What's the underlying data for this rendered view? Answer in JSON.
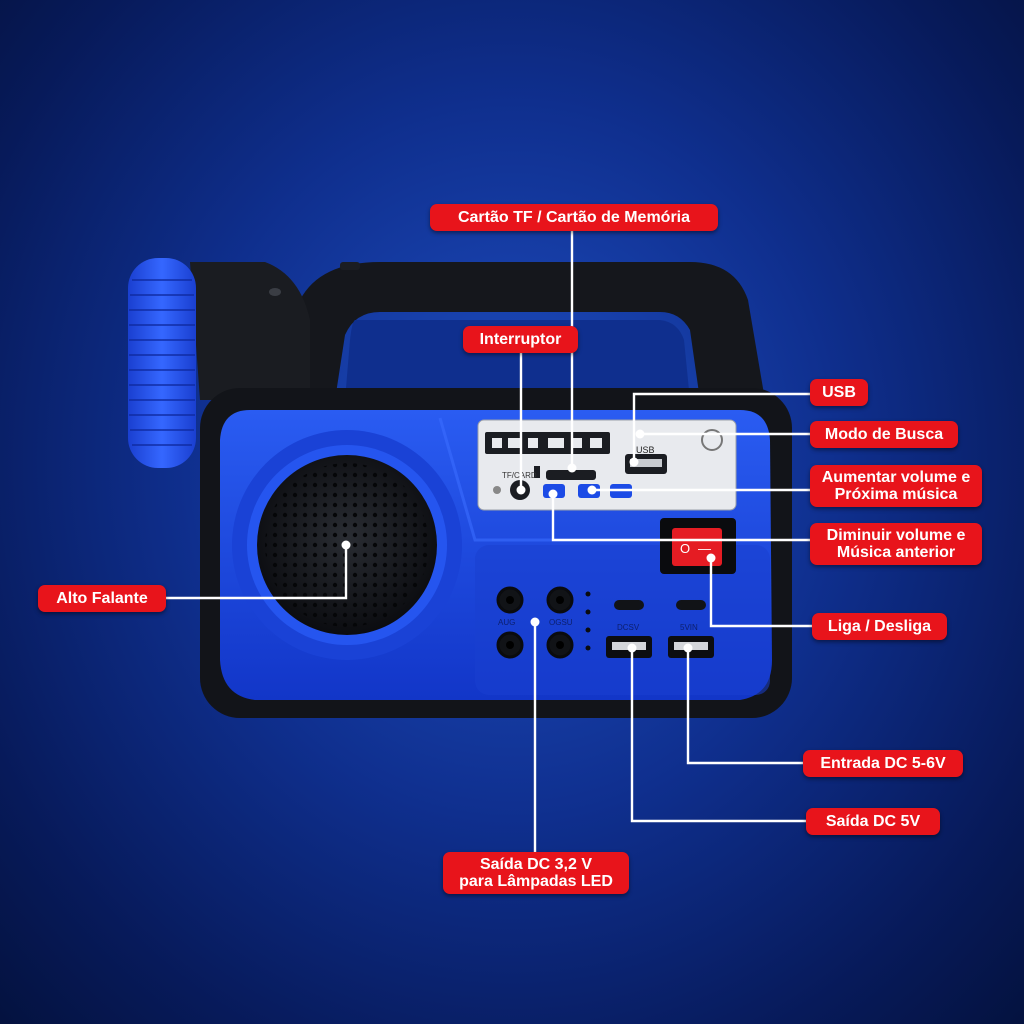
{
  "colors": {
    "label_bg": "#e8141b",
    "label_text": "#ffffff",
    "device_blue": "#1946e0",
    "device_frame": "#111318",
    "leader_line": "#ffffff"
  },
  "device": {
    "panel_texts": {
      "usb_port_label": "USB",
      "tf_slot_label": "TF/CARD",
      "jack_left": "AUG",
      "jack_right": "OGSU",
      "usb_out_left": "DCSV",
      "usb_out_right": "5VIN"
    },
    "switch_symbols": {
      "off": "O",
      "on": "—"
    }
  },
  "labels": {
    "tf_card": "Cartão TF / Cartão de Memória",
    "interruptor": "Interruptor",
    "usb": "USB",
    "modo_busca": "Modo de Busca",
    "aumentar": [
      "Aumentar volume e",
      "Próxima música"
    ],
    "diminuir": [
      "Diminuir volume e",
      "Música anterior"
    ],
    "liga_desliga": "Liga / Desliga",
    "alto_falante": "Alto Falante",
    "entrada_dc": "Entrada DC 5-6V",
    "saida_dc5": "Saída DC 5V",
    "saida_dc32": [
      "Saída DC 3,2 V",
      "para Lâmpadas LED"
    ]
  }
}
